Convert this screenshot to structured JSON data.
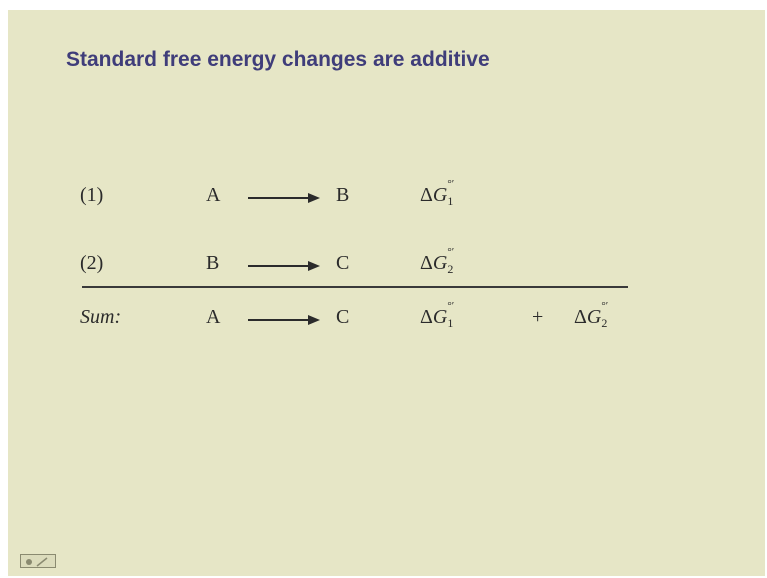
{
  "slide": {
    "title": "Standard free energy changes are additive",
    "rows": [
      {
        "label": "(1)",
        "reactant": "A",
        "product": "B",
        "delta": "Δ",
        "g": "G",
        "sup": "°′",
        "sub": "1"
      },
      {
        "label": "(2)",
        "reactant": "B",
        "product": "C",
        "delta": "Δ",
        "g": "G",
        "sup": "°′",
        "sub": "2"
      }
    ],
    "sum": {
      "label": "Sum:",
      "reactant": "A",
      "product": "C",
      "term1": {
        "delta": "Δ",
        "g": "G",
        "sup": "°′",
        "sub": "1"
      },
      "plus": "+",
      "term2": {
        "delta": "Δ",
        "g": "G",
        "sup": "°′",
        "sub": "2"
      }
    }
  },
  "colors": {
    "background": "#e6e6c6",
    "title": "#3f3d7a",
    "text": "#2b2b2b"
  },
  "icons": [
    "arrow-right-icon",
    "slide-nav-icon"
  ]
}
